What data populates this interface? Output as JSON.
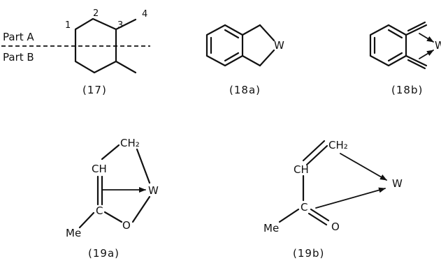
{
  "figure": {
    "s17": {
      "part_a": "Part A",
      "part_b": "Part B",
      "n1": "1",
      "n2": "2",
      "n3": "3",
      "n4": "4",
      "caption": "(17)"
    },
    "s18a": {
      "w": "W",
      "caption": "(18a)"
    },
    "s18b": {
      "w": "W",
      "caption": "(18b)"
    },
    "s19a": {
      "ch2": "CH₂",
      "ch": "CH",
      "c": "C",
      "w": "W",
      "me": "Me",
      "o": "O",
      "caption": "(19a)"
    },
    "s19b": {
      "ch2": "CH₂",
      "ch": "CH",
      "w": "W",
      "c": "C",
      "me": "Me",
      "o": "O",
      "caption": "(19b)"
    }
  }
}
